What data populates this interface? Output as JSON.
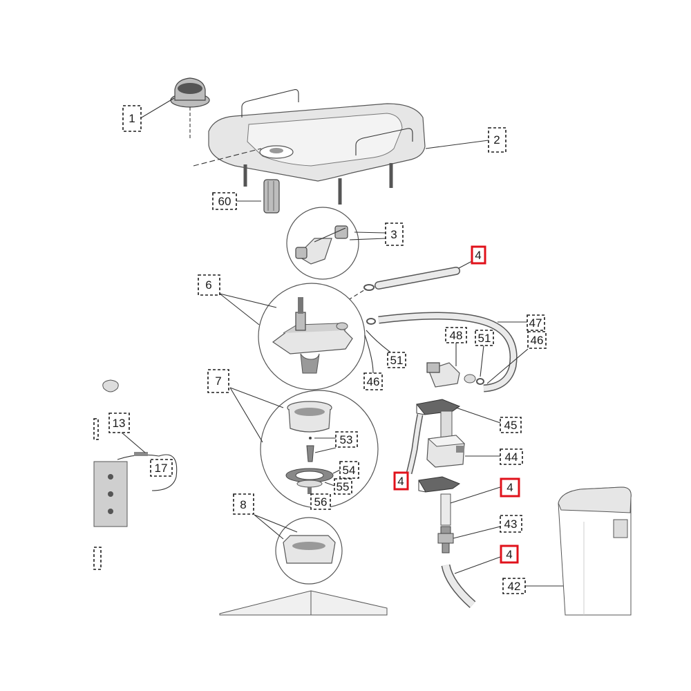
{
  "labels": {
    "p1": "1",
    "p2": "2",
    "p3": "3",
    "p4a": "4",
    "p4b": "4",
    "p4c": "4",
    "p4d": "4",
    "p6": "6",
    "p7": "7",
    "p8": "8",
    "p13": "13",
    "p17": "17",
    "p42": "42",
    "p43": "43",
    "p44": "44",
    "p45": "45",
    "p46a": "46",
    "p46b": "46",
    "p47": "47",
    "p48": "48",
    "p51a": "51",
    "p51b": "51",
    "p53": "53",
    "p54": "54",
    "p55": "55",
    "p56": "56",
    "p60": "60"
  },
  "highlight_color": "#e0121b"
}
